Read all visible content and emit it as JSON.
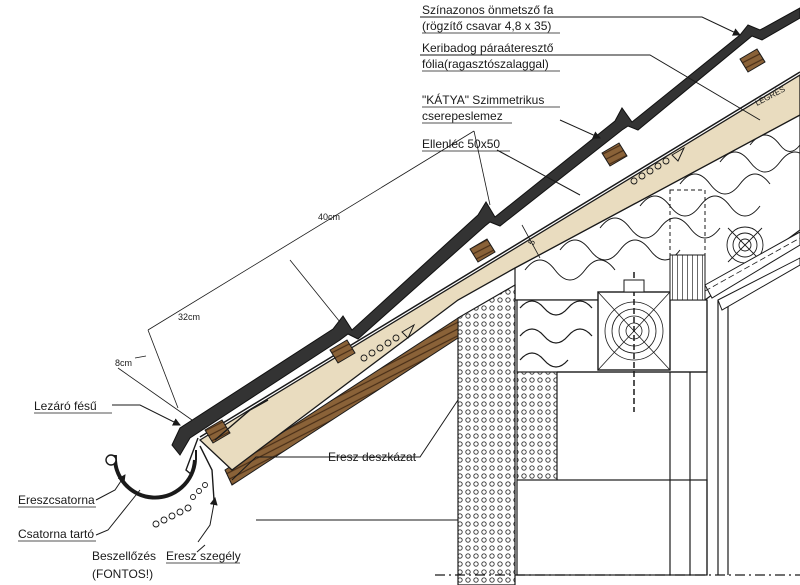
{
  "labels": {
    "szinazonos": "Színazonos önmetsző fa",
    "rogzito": "(rögzítő csavar 4,8 x 35)",
    "keribadog": "Keribadog páraáteresztő",
    "folia": "fólia(ragasztószalaggal)",
    "katya": "\"KÁTYA\" Szimmetrikus",
    "cserepeslemez": "cserepeslemez",
    "ellenlec": "Ellenléc 50x50",
    "lezaro": "Lezáró fésű",
    "eresz_deszkazat": "Eresz deszkázat",
    "ereszcsatorna": "Ereszcsatorna",
    "csatorna_tarto": "Csatorna tartó",
    "beszellozes": "Beszellőzés",
    "fontos": "(FONTOS!)",
    "eresz_szegely": "Eresz szegély"
  },
  "dimensions": {
    "d40": "40cm",
    "d32": "32cm",
    "d8": "8cm",
    "d5": "5"
  },
  "airflow_label": "LÉGRÉS",
  "colors": {
    "roof_sheet": "#333333",
    "wood": "#6b4a2a",
    "wood_light": "#e9dcbf",
    "insulation_fill": "#ffffff",
    "line": "#1a1a1a"
  }
}
